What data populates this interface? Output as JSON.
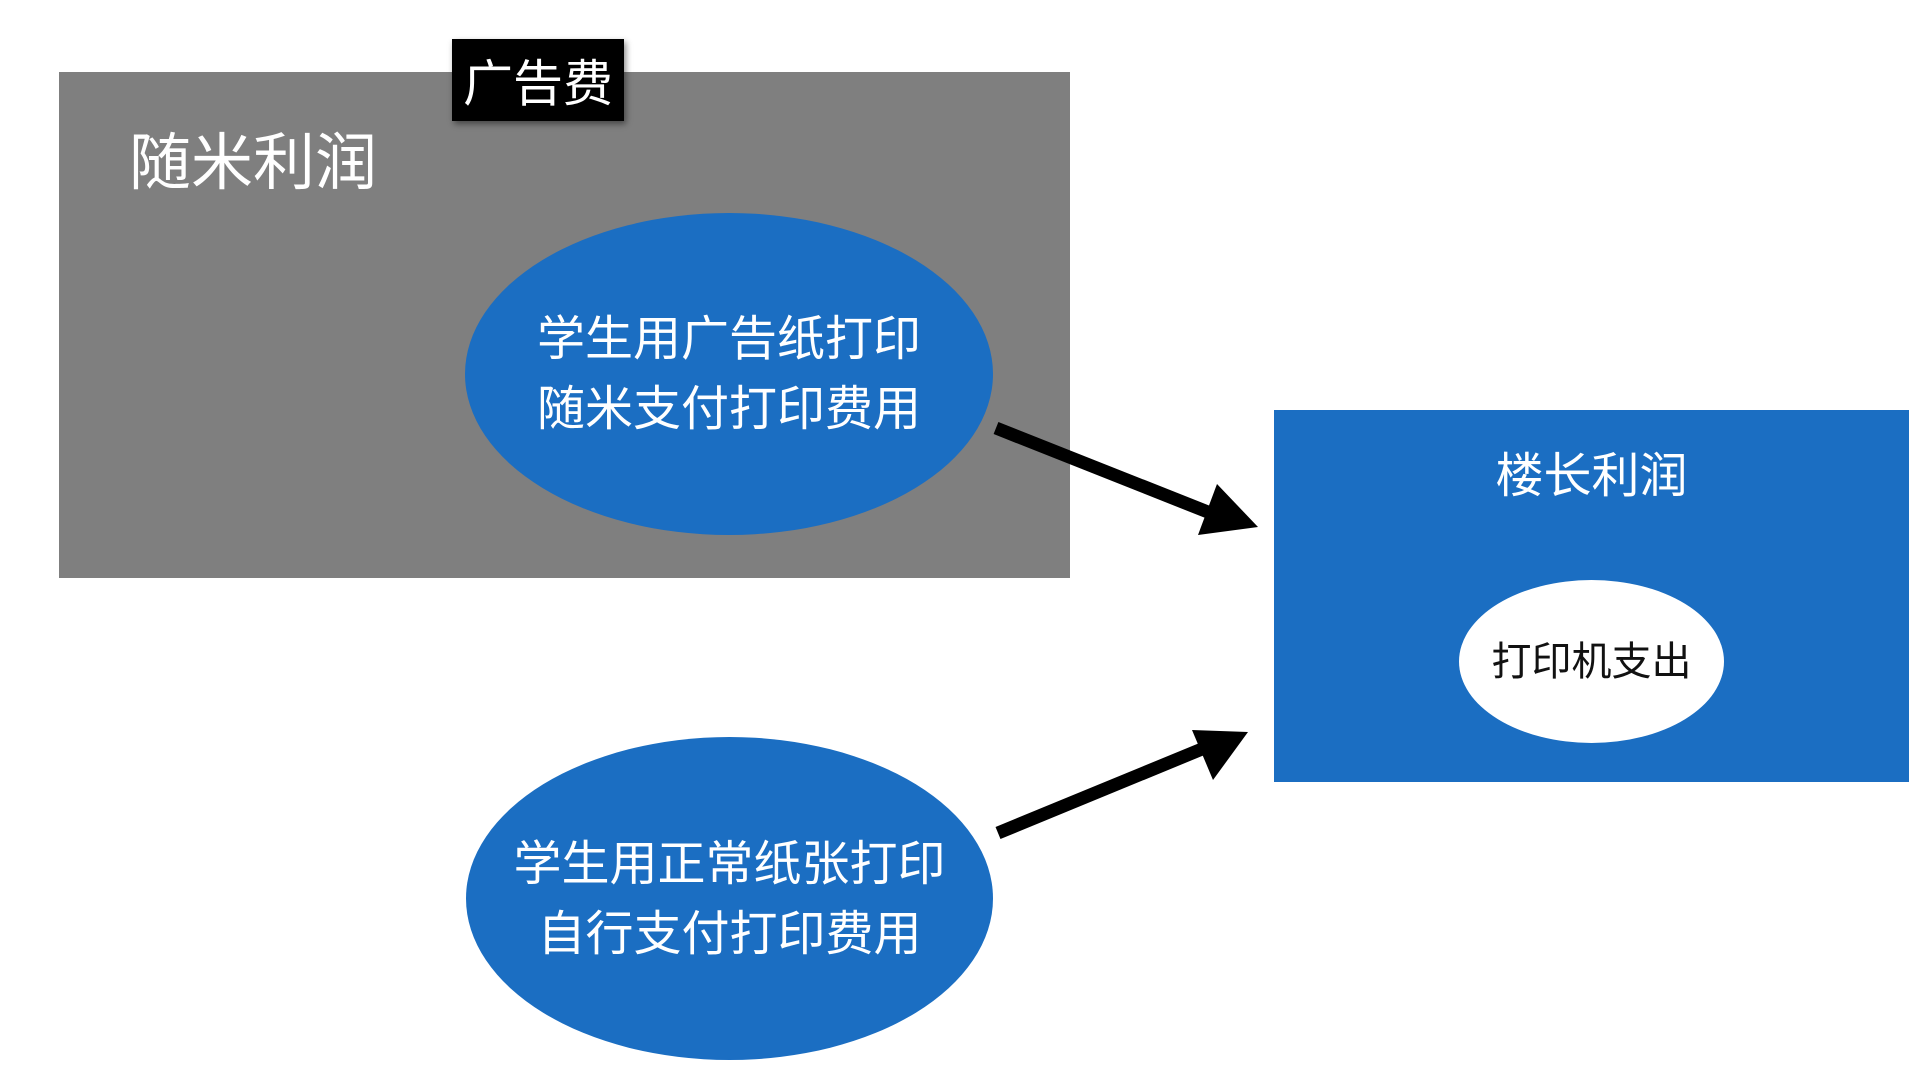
{
  "colors": {
    "gray_box": "#7f7f7f",
    "blue": "#1b6ec2",
    "black": "#000000",
    "white": "#ffffff",
    "arrow": "#000000"
  },
  "gray_box": {
    "title": "随米利润",
    "ad_tag": "广告费",
    "ellipse": {
      "line1": "学生用广告纸打印",
      "line2": "随米支付打印费用"
    }
  },
  "blue_box": {
    "title": "楼长利润",
    "ellipse": {
      "label": "打印机支出"
    }
  },
  "bottom_ellipse": {
    "line1": "学生用正常纸张打印",
    "line2": "自行支付打印费用"
  }
}
